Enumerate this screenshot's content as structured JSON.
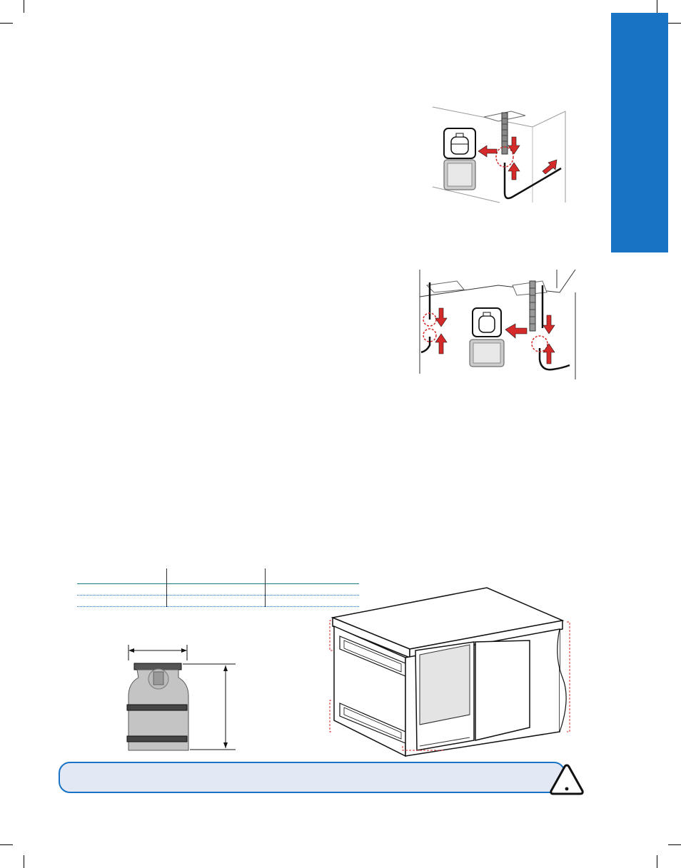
{
  "page": {
    "side_tab_color": "#1873c4",
    "notice_bg": "#e2e9f5",
    "arrow_color": "#d42a2a",
    "figures": [
      "cabinet-hose-connection-single",
      "cabinet-hose-connection-dual",
      "propane-tank-dimensions",
      "enclosure-cabinet"
    ],
    "icons": [
      "warning-icon",
      "propane-tank-icon",
      "grill-icon"
    ]
  }
}
